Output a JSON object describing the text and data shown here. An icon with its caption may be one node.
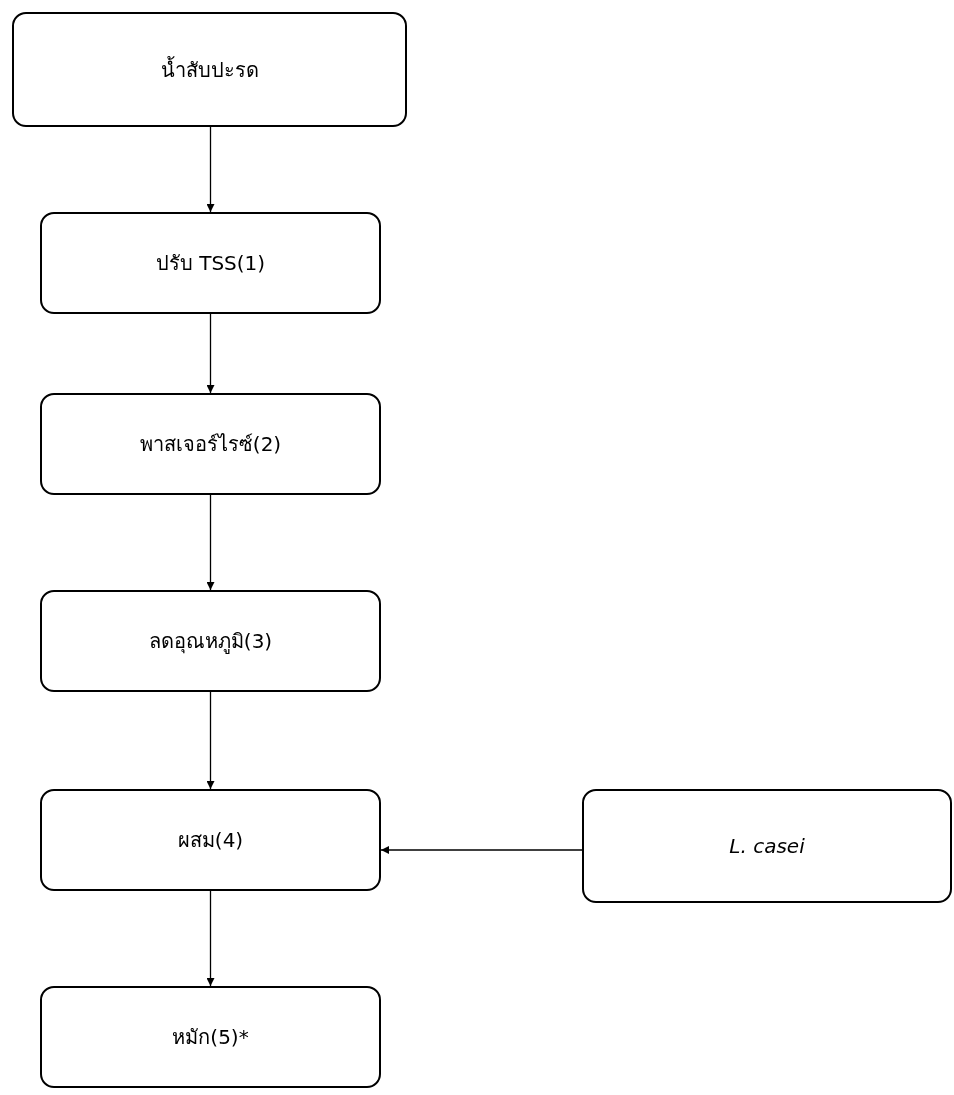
{
  "diagram": {
    "nodes": [
      {
        "text": [
          "น้ำสับปะรด"
        ]
      },
      {
        "text": [
          "ปรับ TSS(1)"
        ]
      },
      {
        "text": [
          "พาสเจอร์ไรซ์(2)"
        ]
      },
      {
        "text": [
          "ลดอุณหภูมิ(3)"
        ]
      },
      {
        "text": [
          "ผสม(4)"
        ]
      },
      {
        "text": [
          "หมัก(5)*"
        ]
      },
      {
        "text": [
          "L. casei"
        ]
      }
    ],
    "edges": [
      {
        "from": 0,
        "to": 1,
        "arrow": "to"
      },
      {
        "from": 1,
        "to": 2,
        "arrow": "to"
      },
      {
        "from": 2,
        "to": 3,
        "arrow": "to"
      },
      {
        "from": 3,
        "to": 4,
        "arrow": "to"
      },
      {
        "from": 4,
        "to": 5,
        "arrow": "to"
      },
      {
        "from": 6,
        "to": 4,
        "arrow": "to"
      }
    ]
  }
}
